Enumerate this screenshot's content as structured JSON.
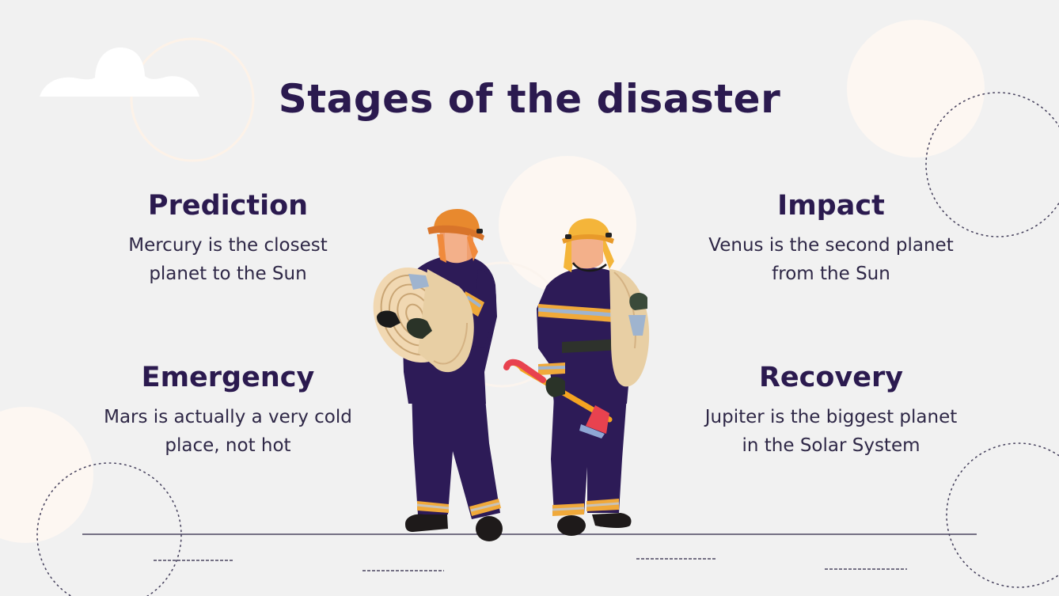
{
  "slide": {
    "title": "Stages of the disaster",
    "stages": [
      {
        "id": "prediction",
        "heading": "Prediction",
        "description": "Mercury is the closest planet to the Sun",
        "line1": "Mercury is the closest",
        "line2": "planet to the Sun"
      },
      {
        "id": "impact",
        "heading": "Impact",
        "description": "Venus is the second planet from the Sun",
        "line1": "Venus is the second planet",
        "line2": "from the Sun"
      },
      {
        "id": "emergency",
        "heading": "Emergency",
        "description": "Mars is actually a very cold place, not hot",
        "line1": "Mars is actually a very cold",
        "line2": "place, not hot"
      },
      {
        "id": "recovery",
        "heading": "Recovery",
        "description": "Jupiter is the biggest planet in the Solar System",
        "line1": "Jupiter is the biggest planet",
        "line2": "in the Solar System"
      }
    ],
    "illustration": "two-firefighters-with-hoses-and-axe"
  },
  "colors": {
    "background": "#f1f1f1",
    "title": "#2b1a4f",
    "body_text": "#2e2746",
    "accent_cream": "#fdf7f2",
    "uniform": "#2d1b57",
    "helmet_orange": "#e8892e",
    "helmet_yellow": "#f4b53a",
    "axe_red": "#e8424f",
    "ground_line": "#4a4560"
  }
}
